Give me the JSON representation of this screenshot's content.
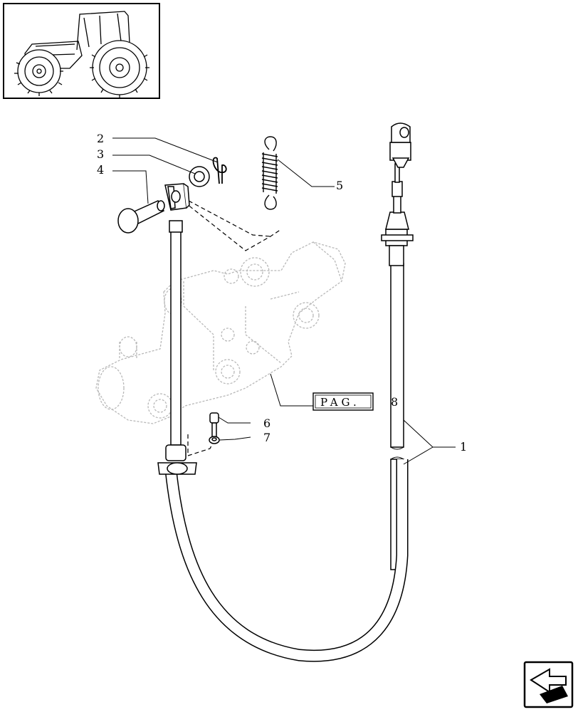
{
  "callouts": [
    {
      "id": "2",
      "label": "2"
    },
    {
      "id": "3",
      "label": "3"
    },
    {
      "id": "4",
      "label": "4"
    },
    {
      "id": "5",
      "label": "5"
    },
    {
      "id": "6",
      "label": "6"
    },
    {
      "id": "7",
      "label": "7"
    },
    {
      "id": "1",
      "label": "1"
    }
  ],
  "reference": {
    "label": "PAG.",
    "page": "8"
  },
  "icons": {
    "thumbnail": "tractor-icon",
    "nav": "back-arrow-icon"
  }
}
